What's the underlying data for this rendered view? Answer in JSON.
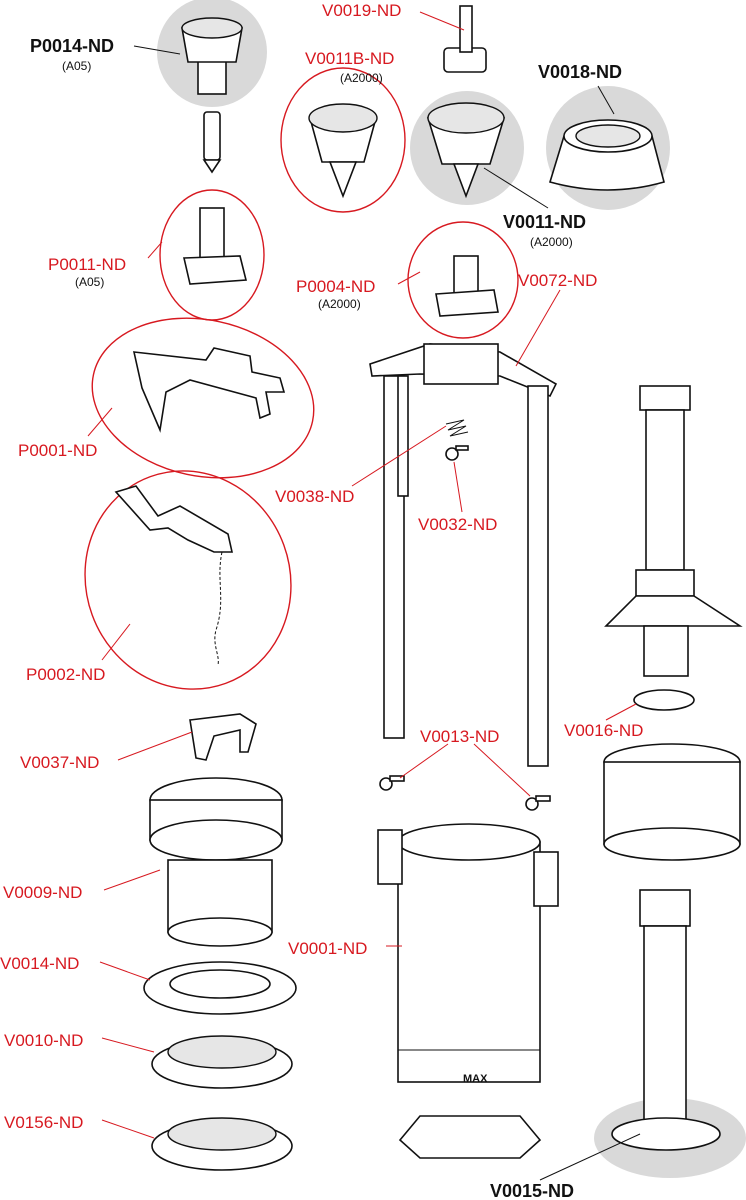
{
  "title": "Exploded parts diagram",
  "colors": {
    "label_red": "#d71920",
    "label_black": "#111111",
    "highlight_gray": "#d9d9d9"
  },
  "parts": {
    "P0014": {
      "code": "P0014-ND",
      "variant": "(A05)"
    },
    "V0019": {
      "code": "V0019-ND"
    },
    "V0011B": {
      "code": "V0011B-ND",
      "variant": "(A2000)"
    },
    "V0018": {
      "code": "V0018-ND"
    },
    "V0011": {
      "code": "V0011-ND",
      "variant": "(A2000)"
    },
    "P0011": {
      "code": "P0011-ND",
      "variant": "(A05)"
    },
    "P0004": {
      "code": "P0004-ND",
      "variant": "(A2000)"
    },
    "V0072": {
      "code": "V0072-ND"
    },
    "P0001": {
      "code": "P0001-ND"
    },
    "V0038": {
      "code": "V0038-ND"
    },
    "V0032": {
      "code": "V0032-ND"
    },
    "P0002": {
      "code": "P0002-ND"
    },
    "V0016": {
      "code": "V0016-ND"
    },
    "V0013": {
      "code": "V0013-ND"
    },
    "V0037": {
      "code": "V0037-ND"
    },
    "V0009": {
      "code": "V0009-ND"
    },
    "V0001": {
      "code": "V0001-ND",
      "marking": "MAX"
    },
    "V0014": {
      "code": "V0014-ND"
    },
    "V0010": {
      "code": "V0010-ND"
    },
    "V0156": {
      "code": "V0156-ND"
    },
    "V0015": {
      "code": "V0015-ND"
    }
  }
}
